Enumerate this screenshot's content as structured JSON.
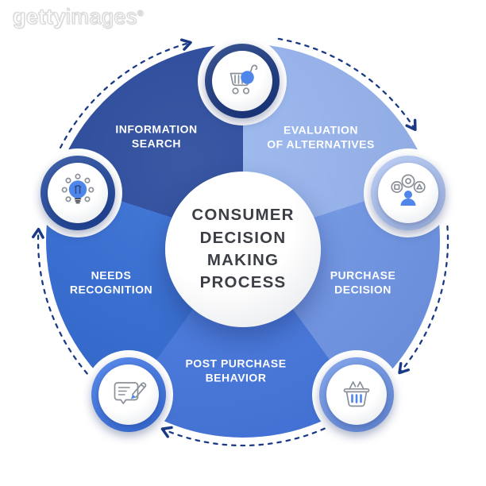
{
  "watermark": {
    "brand_bold": "getty",
    "brand_light": "images",
    "registered": "®"
  },
  "center": {
    "title": "CONSUMER\nDECISION\nMAKING\nPROCESS"
  },
  "stages": [
    {
      "label": "INFORMATION\nSEARCH",
      "color": "#1f4197",
      "ring_color": "#16357e",
      "icon": "shopping-cart-icon"
    },
    {
      "label": "EVALUATION\nOF ALTERNATIVES",
      "color": "#96b5f0",
      "ring_color": "#b0c6f4",
      "icon": "alternatives-thought-bubbles-icon"
    },
    {
      "label": "PURCHASE\nDECISION",
      "color": "#7097e9",
      "ring_color": "#6e96e8",
      "icon": "shopping-basket-icon"
    },
    {
      "label": "POST PURCHASE\nBEHAVIOR",
      "color": "#4377e1",
      "ring_color": "#3b74e6",
      "icon": "review-note-pencil-icon"
    },
    {
      "label": "NEEDS\nRECOGNITION",
      "color": "#2d68d3",
      "ring_color": "#1e459b",
      "icon": "lightbulb-idea-icon"
    }
  ],
  "colors": {
    "dash_arrow": "#1b3a85",
    "icon_accent": "#4e86ea",
    "title_text": "#3c4046",
    "label_text": "#ffffff"
  }
}
